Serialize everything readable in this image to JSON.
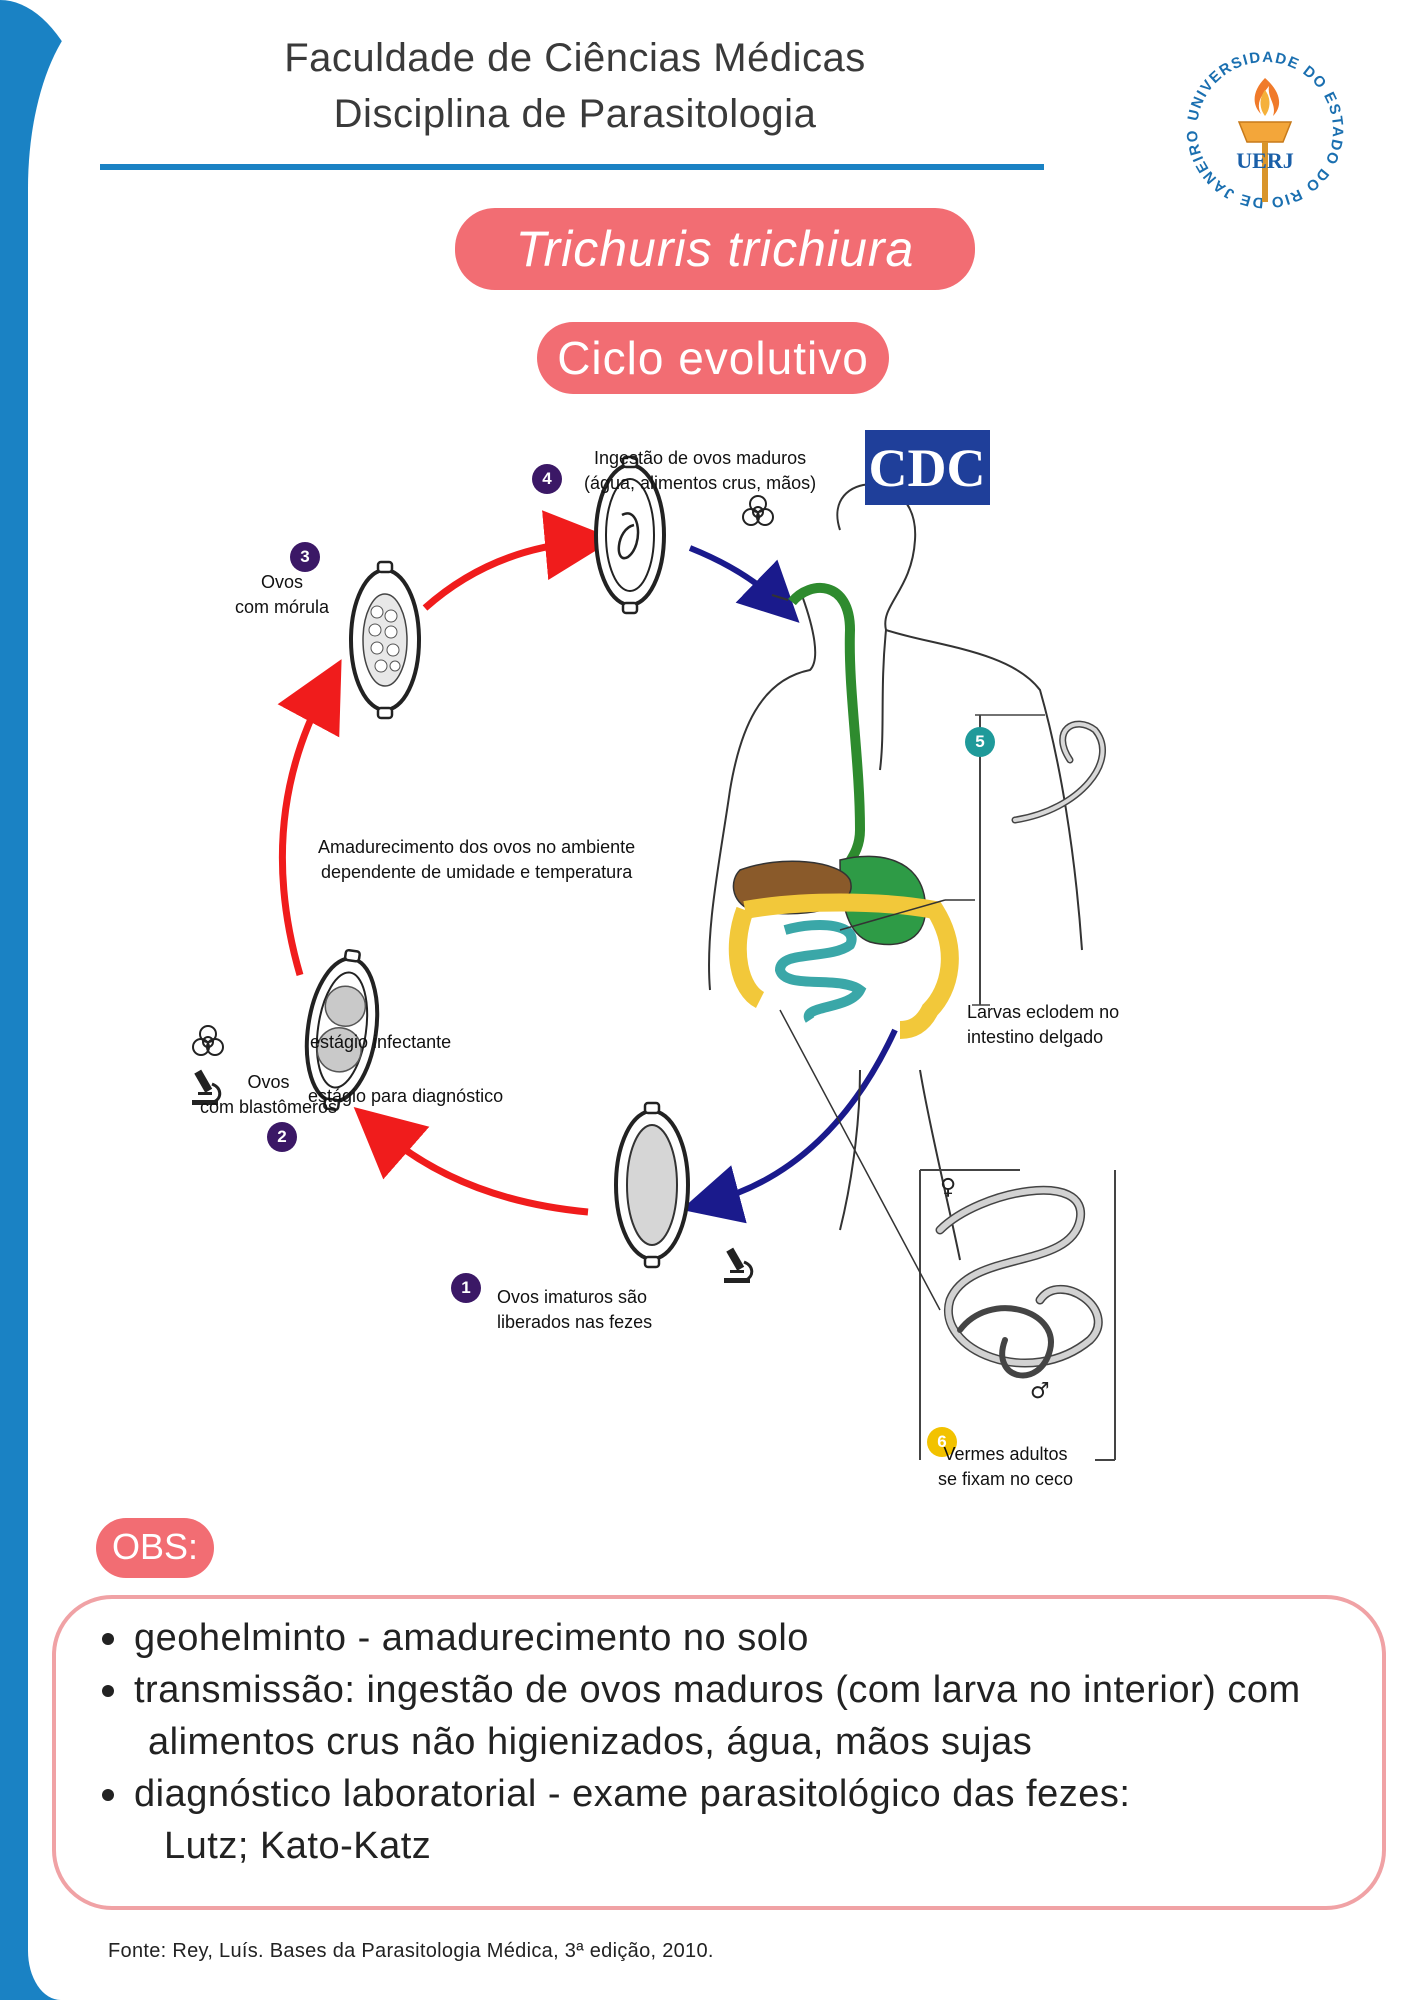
{
  "header": {
    "line1": "Faculdade de Ciências Médicas",
    "line2": "Disciplina de Parasitologia",
    "logo_text": "UERJ",
    "logo_ring": "UNIVERSIDADE DO ESTADO DO RIO DE JANEIRO"
  },
  "title": "Trichuris trichiura",
  "subtitle": "Ciclo evolutivo",
  "diagram": {
    "cdc_logo": "CDC",
    "stage1": {
      "num": "1",
      "text1": "Ovos imaturos são",
      "text2": "liberados nas fezes"
    },
    "stage2": {
      "num": "2",
      "text1": "Ovos",
      "text2": "com blastômeros"
    },
    "stage3": {
      "num": "3",
      "text1": "Ovos",
      "text2": "com mórula"
    },
    "stage4": {
      "num": "4",
      "text1": "Ingestão de ovos maduros",
      "text2": "(água, alimentos crus, mãos)"
    },
    "stage5": {
      "num": "5",
      "text1": "Larvas eclodem no",
      "text2": "intestino delgado"
    },
    "stage6": {
      "num": "6",
      "text1": "Vermes adultos",
      "text2": "se fixam no ceco"
    },
    "center_note1": "Amadurecimento dos ovos no ambiente",
    "center_note2": "dependente de umidade e temperatura",
    "legend_infective": "estágio infectante",
    "legend_diagnostic": "estágio para diagnóstico",
    "female_symbol": "♀",
    "male_symbol": "♂"
  },
  "obs": {
    "label": "OBS:",
    "item1": "geohelminto - amadurecimento no solo",
    "item2_line1": "transmissão: ingestão de ovos maduros (com larva no interior) com",
    "item2_line2": "alimentos crus não higienizados, água, mãos sujas",
    "item3_line1": "diagnóstico laboratorial - exame parasitológico das fezes:",
    "item3_line2": "Lutz; Kato-Katz"
  },
  "footer": {
    "source": "Fonte: Rey, Luís. Bases da Parasitologia Médica, 3ª edição, 2010."
  },
  "colors": {
    "accent_blue": "#1a82c4",
    "pill_red": "#f26d73",
    "obs_border": "#f0a2a5",
    "arrow_red": "#f01c1c",
    "arrow_blue": "#1a1a8c"
  }
}
